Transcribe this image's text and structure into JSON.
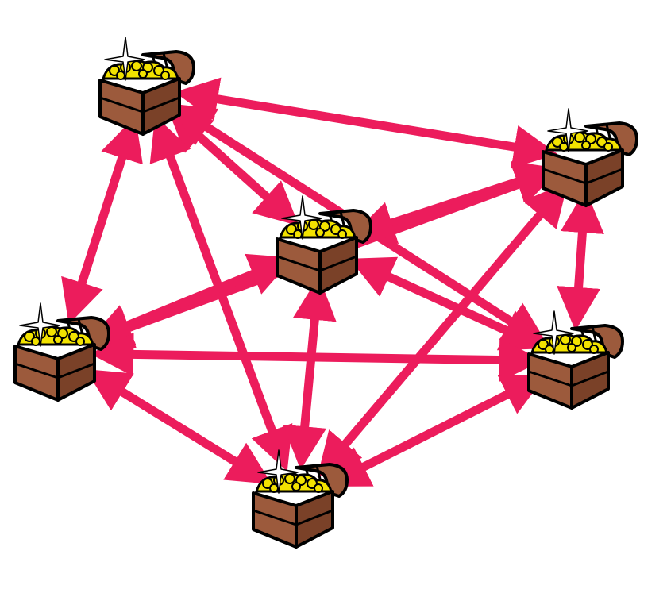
{
  "diagram": {
    "type": "complete-graph",
    "node_icon": "treasure-chest-icon",
    "edge_style": "double-headed-arrow",
    "colors": {
      "edge": "#ec1c5c",
      "chest_wood": "#9c5a3c",
      "chest_wood_dark": "#7a4128",
      "chest_outline": "#000000",
      "gold": "#f2e200",
      "sparkle": "#ffffff"
    },
    "nodes": [
      {
        "id": "chest-top-left"
      },
      {
        "id": "chest-top-right"
      },
      {
        "id": "chest-center"
      },
      {
        "id": "chest-left"
      },
      {
        "id": "chest-right"
      },
      {
        "id": "chest-bottom"
      }
    ],
    "edges": [
      {
        "from": "chest-top-left",
        "to": "chest-top-right"
      },
      {
        "from": "chest-top-left",
        "to": "chest-center"
      },
      {
        "from": "chest-top-left",
        "to": "chest-left"
      },
      {
        "from": "chest-top-left",
        "to": "chest-right"
      },
      {
        "from": "chest-top-left",
        "to": "chest-bottom"
      },
      {
        "from": "chest-top-right",
        "to": "chest-center"
      },
      {
        "from": "chest-top-right",
        "to": "chest-left"
      },
      {
        "from": "chest-top-right",
        "to": "chest-right"
      },
      {
        "from": "chest-top-right",
        "to": "chest-bottom"
      },
      {
        "from": "chest-center",
        "to": "chest-left"
      },
      {
        "from": "chest-center",
        "to": "chest-right"
      },
      {
        "from": "chest-center",
        "to": "chest-bottom"
      },
      {
        "from": "chest-left",
        "to": "chest-right"
      },
      {
        "from": "chest-left",
        "to": "chest-bottom"
      },
      {
        "from": "chest-right",
        "to": "chest-bottom"
      }
    ]
  }
}
